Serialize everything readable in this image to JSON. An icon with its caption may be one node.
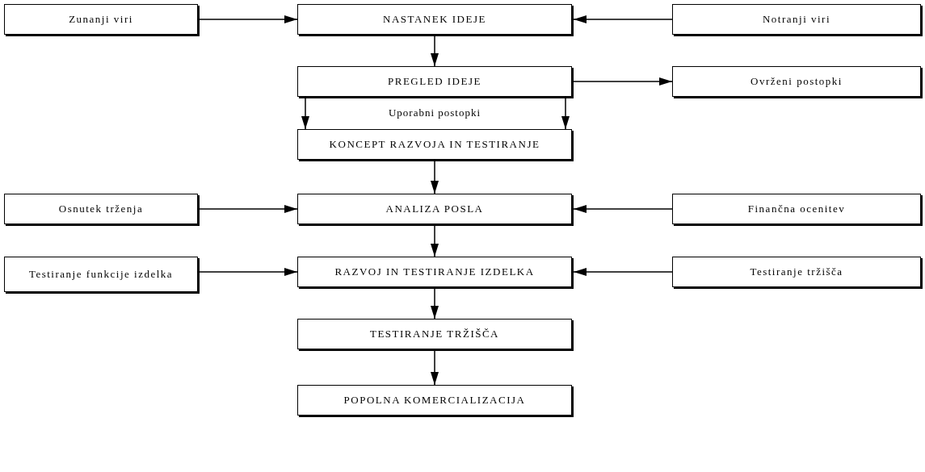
{
  "diagram": {
    "nodes": [
      {
        "text": [
          "Zunanji viri"
        ]
      },
      {
        "text": [
          "NASTANEK IDEJE"
        ]
      },
      {
        "text": [
          "Notranji viri"
        ]
      },
      {
        "text": [
          "PREGLED IDEJE"
        ]
      },
      {
        "text": [
          "Ovrženi postopki"
        ]
      },
      {
        "text": [
          "KONCEPT RAZVOJA IN TESTIRANJE"
        ]
      },
      {
        "text": [
          "Osnutek trženja"
        ]
      },
      {
        "text": [
          "ANALIZA POSLA"
        ]
      },
      {
        "text": [
          "Finančna ocenitev"
        ]
      },
      {
        "text": [
          "Testiranje funkcije izdelka"
        ]
      },
      {
        "text": [
          "RAZVOJ IN TESTIRANJE IZDELKA"
        ]
      },
      {
        "text": [
          "Testiranje tržišča"
        ]
      },
      {
        "text": [
          "TESTIRANJE TRŽIŠČA"
        ]
      },
      {
        "text": [
          "POPOLNA KOMERCIALIZACIJA"
        ]
      }
    ],
    "edges": [
      {
        "from": 0,
        "to": 1,
        "arrow": "to"
      },
      {
        "from": 2,
        "to": 1,
        "arrow": "to"
      },
      {
        "from": 1,
        "to": 3,
        "arrow": "to"
      },
      {
        "from": 3,
        "to": 4,
        "arrow": "to"
      },
      {
        "from": 3,
        "to": 5,
        "arrow": "to"
      },
      {
        "from": 3,
        "to": 5,
        "arrow": "to"
      },
      {
        "from": 5,
        "to": 7,
        "arrow": "to"
      },
      {
        "from": 6,
        "to": 7,
        "arrow": "to"
      },
      {
        "from": 8,
        "to": 7,
        "arrow": "to"
      },
      {
        "from": 7,
        "to": 10,
        "arrow": "to"
      },
      {
        "from": 9,
        "to": 10,
        "arrow": "to"
      },
      {
        "from": 11,
        "to": 10,
        "arrow": "to"
      },
      {
        "from": 10,
        "to": 12,
        "arrow": "to"
      },
      {
        "from": 12,
        "to": 13,
        "arrow": "to"
      }
    ],
    "labels": [
      "Uporabni postopki"
    ]
  }
}
